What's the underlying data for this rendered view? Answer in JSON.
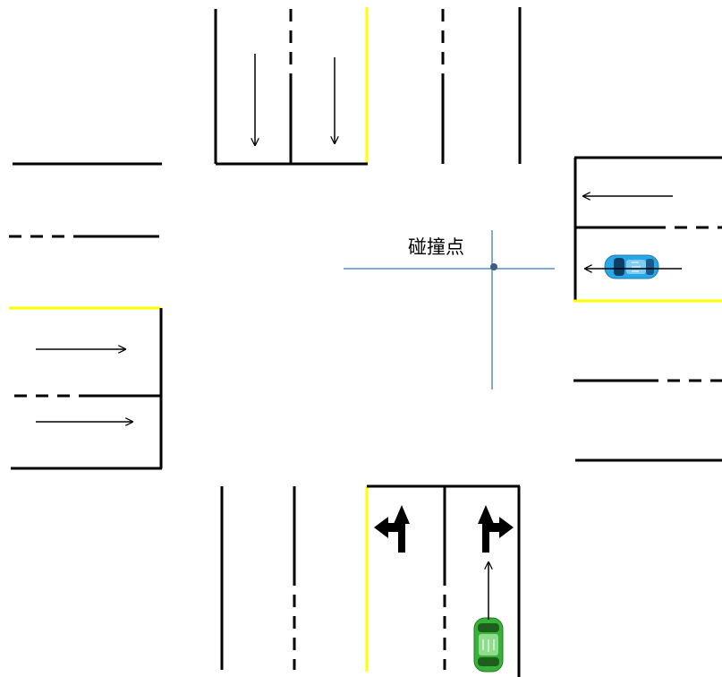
{
  "diagram": {
    "collision_label": "碰撞点",
    "colors": {
      "background": "#ffffff",
      "lane_line": "#000000",
      "center_line": "#ffff00",
      "crosshair": "#5b8fc9",
      "blue_car": "#29a6e6",
      "green_car": "#36b336"
    },
    "lane_markings": {
      "north_approach": [
        "straight-arrow-down",
        "straight-arrow-down"
      ],
      "south_approach": [
        "left-turn-straight-arrow",
        "right-turn-straight-arrow"
      ],
      "west_approach": [
        "straight-arrow-right",
        "straight-arrow-right"
      ],
      "east_approach": [
        "straight-arrow-left",
        "straight-arrow-left"
      ]
    },
    "vehicles": [
      {
        "name": "blue-car",
        "color": "blue",
        "heading": "west",
        "approach": "east"
      },
      {
        "name": "green-car",
        "color": "green",
        "heading": "north",
        "approach": "south"
      }
    ]
  }
}
